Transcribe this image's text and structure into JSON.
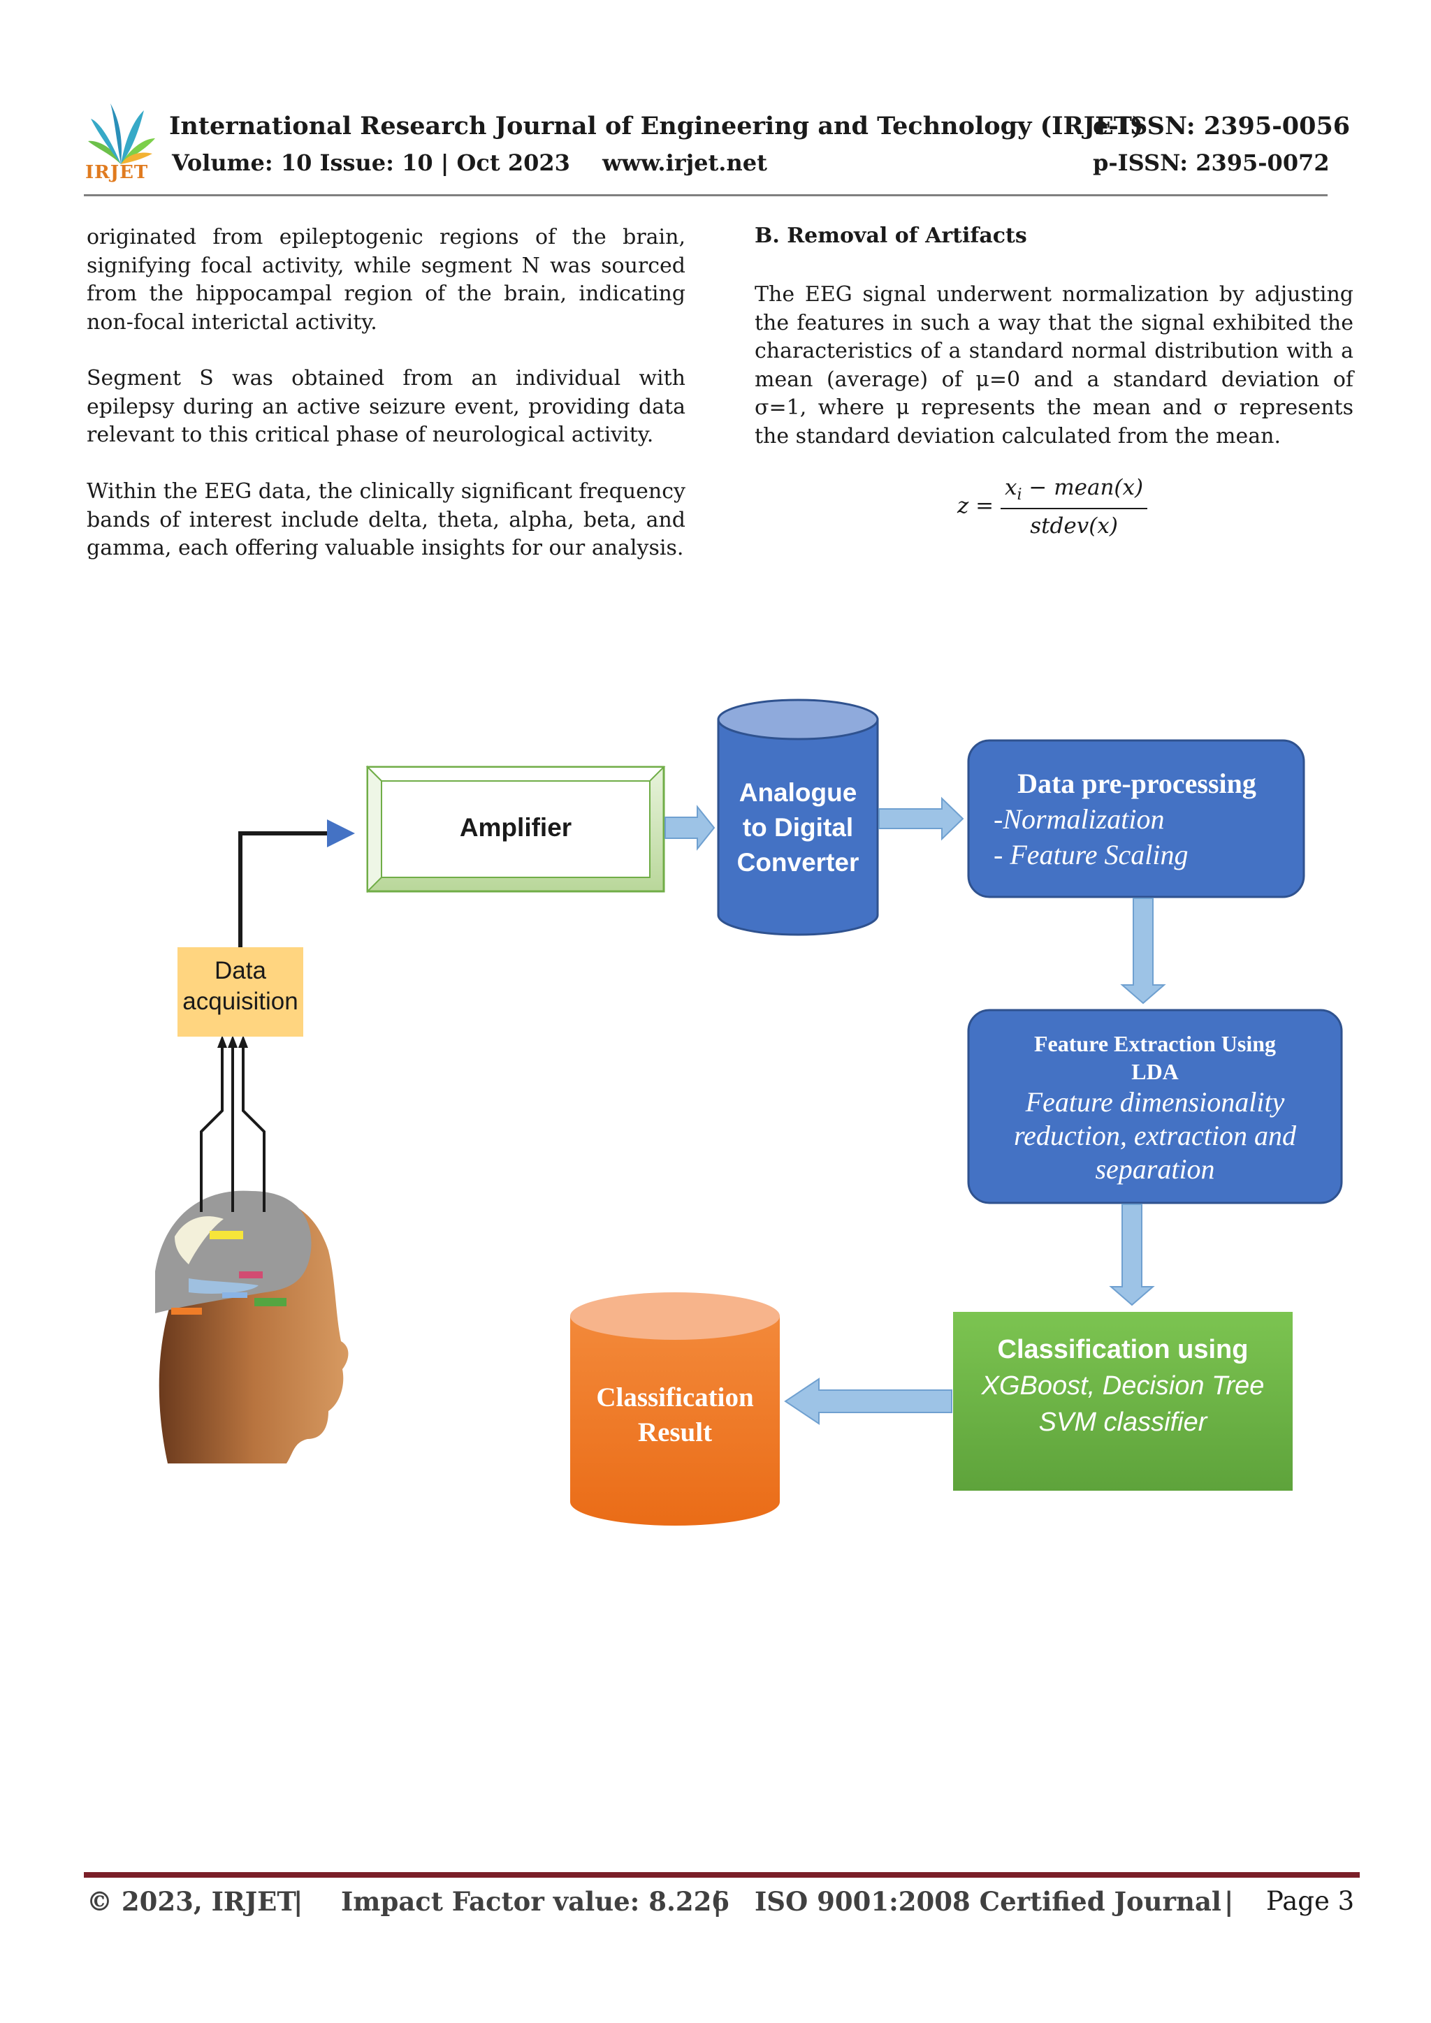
{
  "header": {
    "logo_text": "IRJET",
    "journal_title": "International Research Journal of Engineering and Technology (IRJET)",
    "eissn": "e-ISSN: 2395-0056",
    "volume": "Volume: 10 Issue: 10 | Oct 2023",
    "website": "www.irjet.net",
    "pissn": "p-ISSN: 2395-0072"
  },
  "left_column": {
    "para1": "originated from epileptogenic regions of the brain, signifying focal activity, while segment N was sourced from the hippocampal region of the brain, indicating non-focal interictal activity.",
    "para2": "Segment S was obtained from an individual with epilepsy during an active seizure event, providing data relevant to this critical phase of neurological activity.",
    "para3": "Within the EEG data, the clinically significant frequency bands of interest include delta, theta, alpha, beta, and gamma, each offering valuable insights for our analysis."
  },
  "right_column": {
    "heading": "B. Removal of Artifacts",
    "para1": "The EEG signal underwent normalization by adjusting the features in such a way that the signal exhibited the characteristics of a standard normal distribution with a mean (average) of μ=0 and a standard deviation of σ=1, where μ represents the mean and σ represents the standard deviation calculated from the mean.",
    "equation": {
      "lhs": "z =",
      "numerator_x": "x",
      "numerator_sub": "i",
      "numerator_rest": " − mean(x)",
      "denominator": "stdev(x)"
    }
  },
  "diagram": {
    "data_acquisition_line1": "Data",
    "data_acquisition_line2": "acquisition",
    "amplifier": "Amplifier",
    "adc_line1": "Analogue",
    "adc_line2": "to Digital",
    "adc_line3": "Converter",
    "preproc_title": "Data pre-processing",
    "preproc_item1": "-Normalization",
    "preproc_item2": "- Feature Scaling",
    "feature_title_line1": "Feature Extraction Using",
    "feature_title_line2": "LDA",
    "feature_desc_line1": "Feature dimensionality",
    "feature_desc_line2": "reduction, extraction and",
    "feature_desc_line3": "separation",
    "classif_title": "Classification using",
    "classif_line1": "XGBoost, Decision Tree",
    "classif_line2": "SVM classifier",
    "result_line1": "Classification",
    "result_line2": "Result",
    "colors": {
      "blue_box": "#4472c4",
      "blue_border": "#2f528f",
      "green_box": "#70ad47",
      "orange": "#f07d28",
      "yellow": "#ffd580",
      "arrow": "#9dc3e6"
    }
  },
  "footer": {
    "copyright": "© 2023, IRJET",
    "impact": "Impact Factor value: 8.226",
    "iso": "ISO 9001:2008 Certified Journal",
    "sep": "|",
    "page": "Page 3"
  }
}
